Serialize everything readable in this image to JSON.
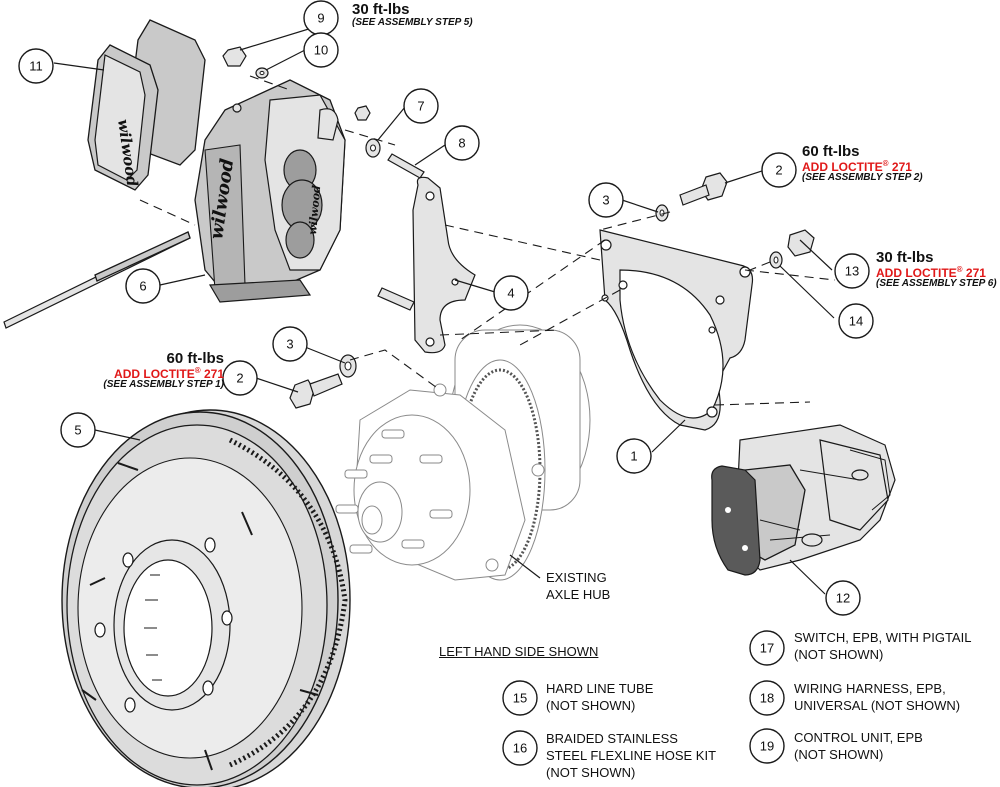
{
  "callouts": {
    "c1": "1",
    "c2a": "2",
    "c2b": "2",
    "c3a": "3",
    "c3b": "3",
    "c4": "4",
    "c5": "5",
    "c6": "6",
    "c7": "7",
    "c8": "8",
    "c9": "9",
    "c10": "10",
    "c11": "11",
    "c12": "12",
    "c13": "13",
    "c14": "14",
    "c15": "15",
    "c16": "16",
    "c17": "17",
    "c18": "18",
    "c19": "19"
  },
  "torque": {
    "t9": {
      "value": "30 ft-lbs",
      "step": "(SEE ASSEMBLY STEP 5)"
    },
    "t2_right": {
      "value": "60 ft-lbs",
      "loctite": "ADD LOCTITE",
      "loctite_num": "271",
      "step": "(SEE ASSEMBLY STEP 2)"
    },
    "t13": {
      "value": "30 ft-lbs",
      "loctite": "ADD LOCTITE",
      "loctite_num": "271",
      "step": "(SEE ASSEMBLY STEP 6)"
    },
    "t2_left": {
      "value": "60 ft-lbs",
      "loctite": "ADD LOCTITE",
      "loctite_num": "271",
      "step": "(SEE ASSEMBLY STEP 1)"
    },
    "registered_mark": "®"
  },
  "labels": {
    "axle_hub": [
      "EXISTING",
      "AXLE HUB"
    ],
    "side_shown": "LEFT HAND SIDE SHOWN",
    "item15": [
      "HARD LINE TUBE",
      "(NOT SHOWN)"
    ],
    "item16": [
      "BRAIDED STAINLESS",
      "STEEL FLEXLINE HOSE KIT",
      "(NOT SHOWN)"
    ],
    "item17": [
      "SWITCH, EPB, WITH PIGTAIL",
      "(NOT SHOWN)"
    ],
    "item18": [
      "WIRING HARNESS, EPB,",
      "UNIVERSAL (NOT SHOWN)"
    ],
    "item19": [
      "CONTROL UNIT, EPB",
      "(NOT SHOWN)"
    ]
  },
  "brand_marks": {
    "pad": "wilwood",
    "caliper": "wilwood"
  },
  "colors": {
    "loctite": "#e01818",
    "line": "#1a1a1a",
    "part_fill": "#c9c9c9"
  }
}
